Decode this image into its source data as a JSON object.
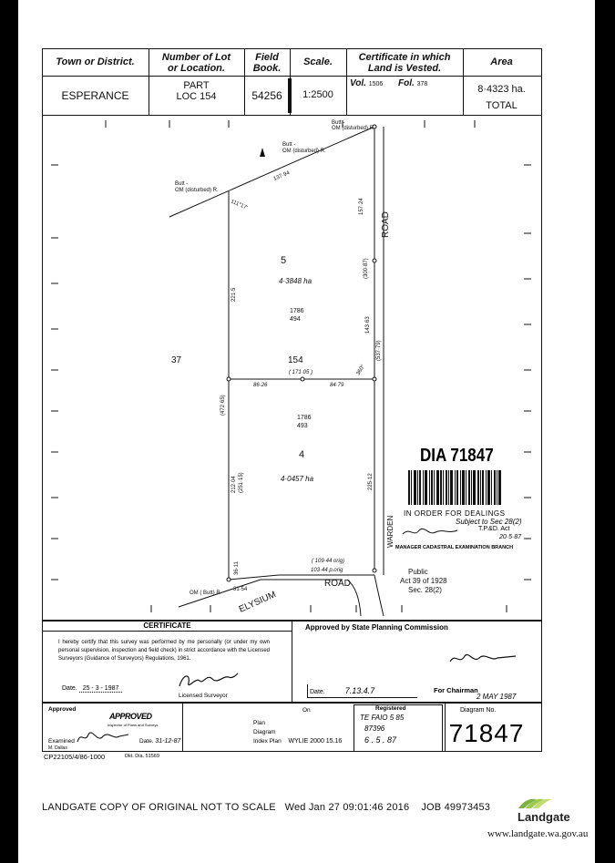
{
  "header": {
    "col_town_label": "Town or District.",
    "col_lot_label_1": "Number of Lot",
    "col_lot_label_2": "or Location.",
    "col_field_label_1": "Field",
    "col_field_label_2": "Book.",
    "col_scale_label": "Scale.",
    "col_cert_label_1": "Certificate in which",
    "col_cert_label_2": "Land is Vested.",
    "col_area_label": "Area",
    "town": "ESPERANCE",
    "lot_line1": "PART",
    "lot_line2": "LOC 154",
    "field_book": "54256",
    "scale": "1:2500",
    "vol_label": "Vol.",
    "vol_value": "1506",
    "fol_label": "Fol.",
    "fol_value": "378",
    "area": "8·4323 ha.",
    "area_note": "TOTAL"
  },
  "plan": {
    "lot5_number": "5",
    "lot5_area": "4·3848 ha",
    "lot5_ref_top": "1786",
    "lot5_ref_bottom": "494",
    "loc_number": "154",
    "loc_37": "37",
    "lot4_number": "4",
    "lot4_area": "4·0457 ha",
    "lot4_ref_top": "1786",
    "lot4_ref_bottom": "493",
    "road_right": "ROAD",
    "warden": "WARDEN",
    "elysium": "ELYSIUM",
    "road_bottom": "ROAD",
    "butt1": "Butt -",
    "butt1b": "OM (disturbed) R.",
    "butt2": "Butt -",
    "butt2b": "OM (disturbed) R.",
    "butt3": "Butt -",
    "butt3b": "OM (disturbed) R",
    "butt_bottom": "OM ( Butt) R",
    "dim_137": "137·94",
    "dim_157": "157·24",
    "dim_300": "(300·87)",
    "dim_143": "143·63",
    "dim_537": "(537·79)",
    "dim_171": "( 171·05 )",
    "dim_8626": "86·26",
    "dim_8479": "84·79",
    "dim_221": "221·5",
    "dim_472": "(472·65)",
    "dim_212": "212·04",
    "dim_251": "(251·15)",
    "dim_225": "225·12",
    "dim_109": "( 109·44 orig)",
    "dim_103": "103·44 p.orig",
    "dim_3154": "31·54",
    "dim_3611": "36·11",
    "bearing_left": "111°17'",
    "bearing_right": "360°",
    "public_1": "Public",
    "public_2": "Act 39 of 1928",
    "public_3": "Sec. 28(2)"
  },
  "dia": {
    "label": "DIA 71847",
    "order_line": "IN ORDER FOR DEALINGS",
    "subject_line": "Subject to Sec 28(2)",
    "act_line": "T.P.&D. Act",
    "date_sig": "20·5·87",
    "manager_line": "MANAGER CADASTRAL EXAMINATION BRANCH"
  },
  "certificate": {
    "title": "CERTIFICATE",
    "text": "I hereby certify that this survey was performed by me personally (or under my own personal supervision, inspection and field check) in strict accordance with the Licensed Surveyors (Guidance of Surveyors) Regulations, 1961.",
    "date_label": "Date",
    "date_value": "25 - 3 - 1987",
    "surveyor_label": "Licensed Surveyor"
  },
  "approval": {
    "title": "Approved by State Planning Commission",
    "date_label": "Date",
    "date_value": "7.13.4.7",
    "chairman_label": "For Chairman",
    "chairman_date": "2 MAY 1987"
  },
  "bottom": {
    "approved_label": "Approved",
    "approved_stamp": "APPROVED",
    "stamp_sub": "Inspector of Plans and Surveys",
    "date_label": "Date",
    "date_value": "31-12-87",
    "examined_label": "Examined",
    "examiner_name": "M. Dallas",
    "on_label": "On",
    "plan_label": "Plan",
    "diagram_label": "Diagram",
    "index_label": "Index Plan",
    "index_value": "WYLIE  2000 15.16",
    "registered_label": "Registered",
    "registered_1": "TE FAIO 5 85",
    "registered_2": "87396",
    "registered_3": "6 . 5 . 87",
    "diagram_no_label": "Diagram No.",
    "diagram_no": "71847",
    "cp_line": "CP22105/4/86-1000",
    "dkt_line": "Dkt. Dia. 51569"
  },
  "footer": {
    "copy_text": "LANDGATE COPY OF ORIGINAL NOT TO SCALE",
    "timestamp": "Wed Jan 27 09:01:46 2016",
    "job": "JOB  49973453",
    "brand": "Landgate",
    "url": "www.landgate.wa.gov.au"
  },
  "colors": {
    "brand_green": "#7bb241"
  }
}
